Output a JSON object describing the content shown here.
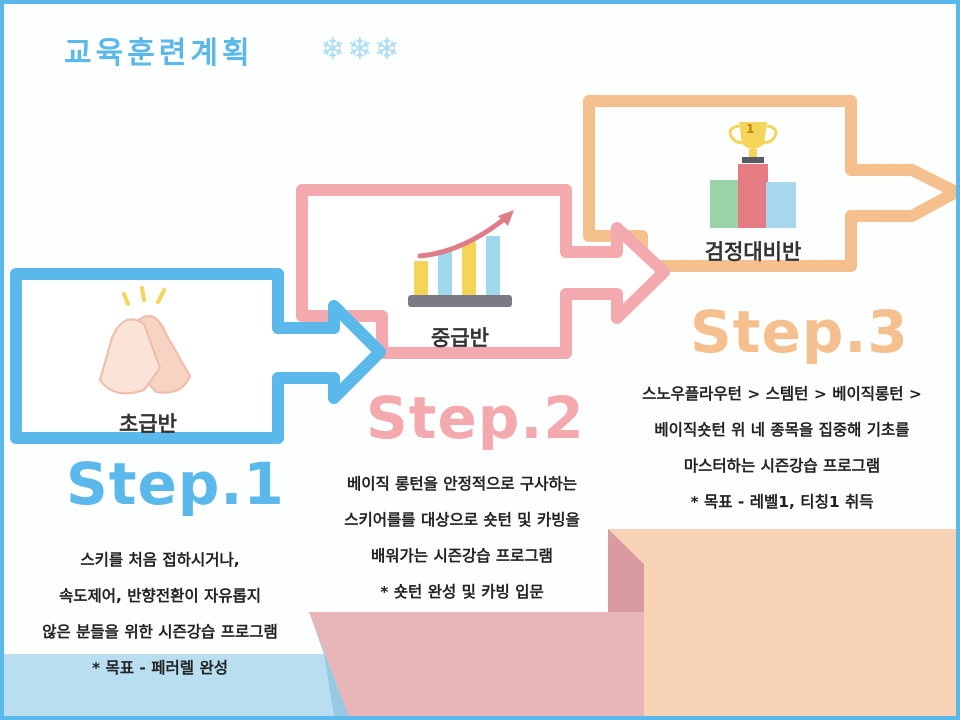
{
  "title": "교육훈련계획",
  "snowflake_icons": "❄❄❄",
  "steps": [
    {
      "box_label": "초급반",
      "step_label": "Step.1",
      "color": "#5ab8ea",
      "icon": "clasped-hands-icon",
      "lines": [
        "스키를 처음 접하시거나,",
        "속도제어, 반향전환이 자유롭지",
        "않은 분들을 위한 시즌강습 프로그램",
        "* 목표 - 페러렐 완성"
      ]
    },
    {
      "box_label": "중급반",
      "step_label": "Step.2",
      "color": "#f4a9ae",
      "icon": "growth-chart-icon",
      "lines": [
        "베이직 롱턴을 안정적으로 구사하는",
        "스키어를를 대상으로 숏턴 및 카빙을",
        "배워가는 시즌강습 프로그램",
        "* 숏턴 완성 및 카빙 입문"
      ]
    },
    {
      "box_label": "검정대비반",
      "step_label": "Step.3",
      "color": "#f5bf8e",
      "icon": "trophy-podium-icon",
      "trophy_number": "1",
      "lines": [
        "스노우플라우턴 > 스템턴 > 베이직롱턴 >",
        "베이직숏턴 위 네 종목을 집중해 기초를",
        "마스터하는 시즌강습 프로그램",
        "* 목표 - 레벨1, 티칭1 취득"
      ]
    }
  ]
}
